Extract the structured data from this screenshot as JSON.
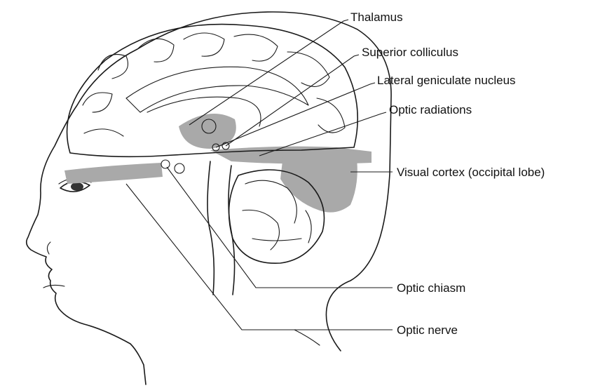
{
  "labels": {
    "thalamus": "Thalamus",
    "superior_colliculus": "Superior colliculus",
    "lateral_geniculate_nucleus": "Lateral geniculate nucleus",
    "optic_radiations": "Optic radiations",
    "visual_cortex": "Visual cortex (occipital lobe)",
    "optic_chiasm": "Optic chiasm",
    "optic_nerve": "Optic nerve"
  },
  "colors": {
    "shading": "#a9a9a9",
    "line": "#1a1a1a",
    "background": "#ffffff"
  }
}
